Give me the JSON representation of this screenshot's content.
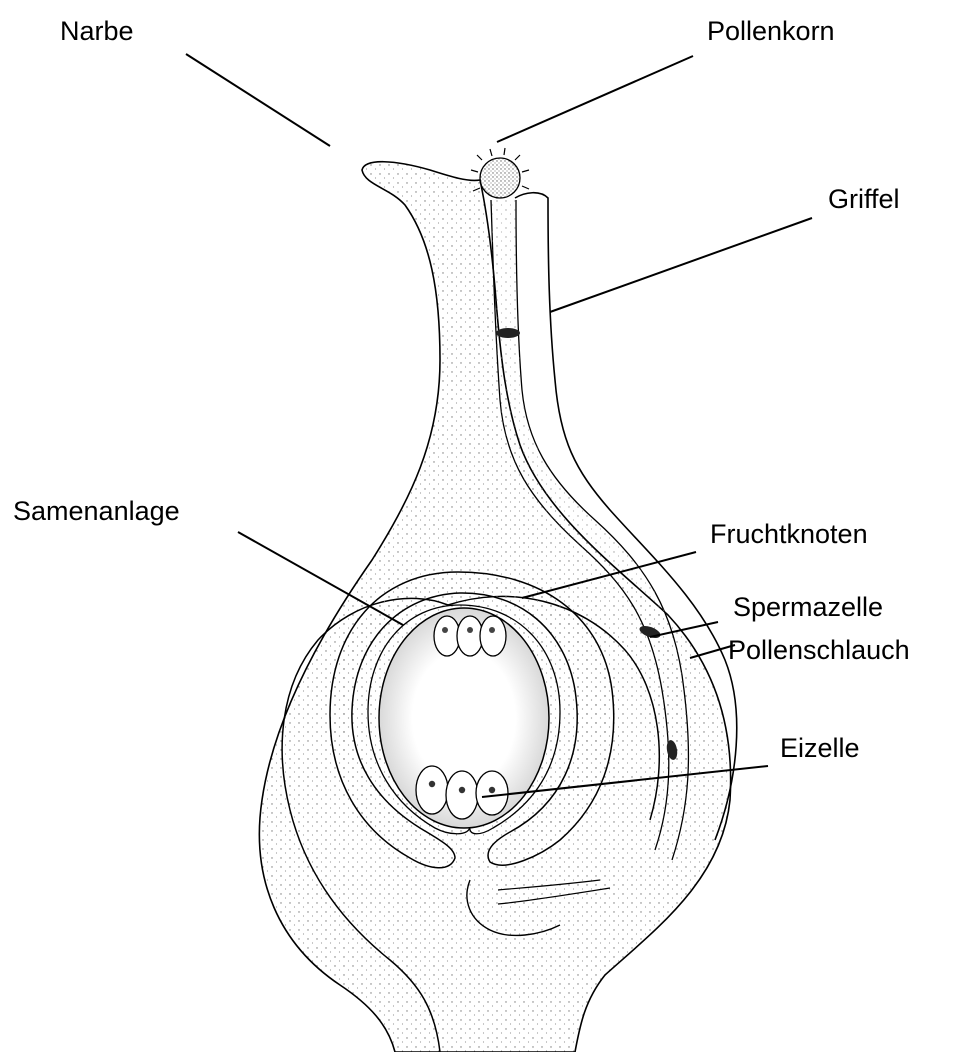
{
  "labels": {
    "narbe": "Narbe",
    "pollenkorn": "Pollenkorn",
    "griffel": "Griffel",
    "samenanlage": "Samenanlage",
    "fruchtknoten": "Fruchtknoten",
    "spermazelle": "Spermazelle",
    "pollenschlauch": "Pollenschlauch",
    "eizelle": "Eizelle"
  },
  "colors": {
    "line": "#000000",
    "background": "#ffffff",
    "stipple": "#555555"
  }
}
